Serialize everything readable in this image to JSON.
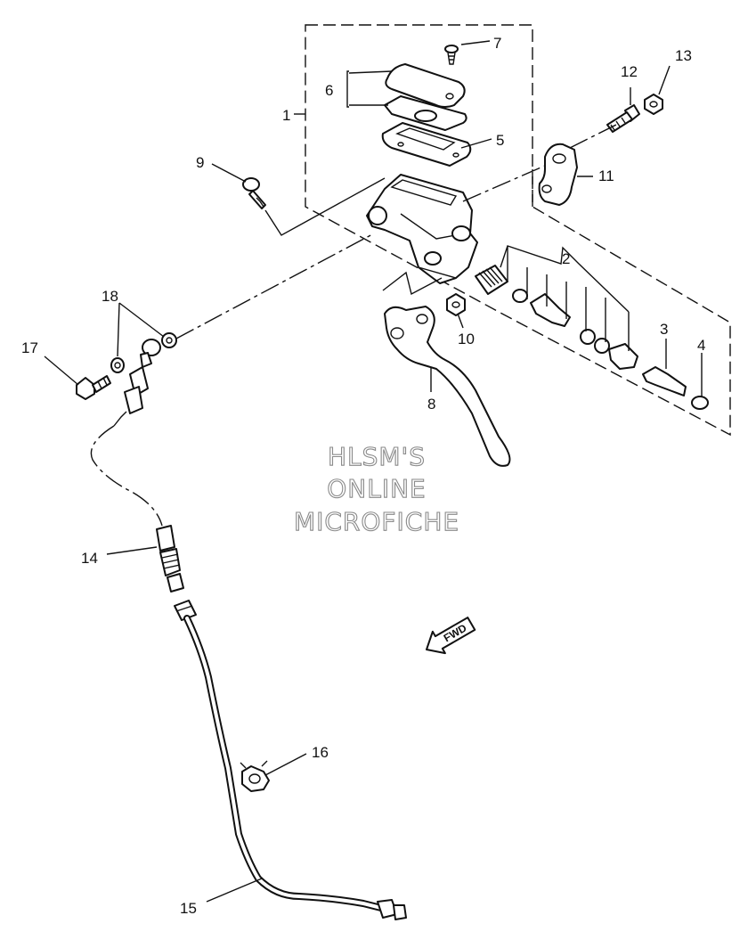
{
  "callouts": {
    "c1": "1",
    "c2": "2",
    "c3": "3",
    "c4": "4",
    "c5": "5",
    "c6": "6",
    "c7": "7",
    "c8": "8",
    "c9": "9",
    "c10": "10",
    "c11": "11",
    "c12": "12",
    "c13": "13",
    "c14": "14",
    "c15": "15",
    "c16": "16",
    "c17": "17",
    "c18": "18"
  },
  "watermark": {
    "line1": "HLSM'S",
    "line2": "ONLINE",
    "line3": "MICROFICHE"
  },
  "direction_arrow": {
    "label": "FWD"
  }
}
